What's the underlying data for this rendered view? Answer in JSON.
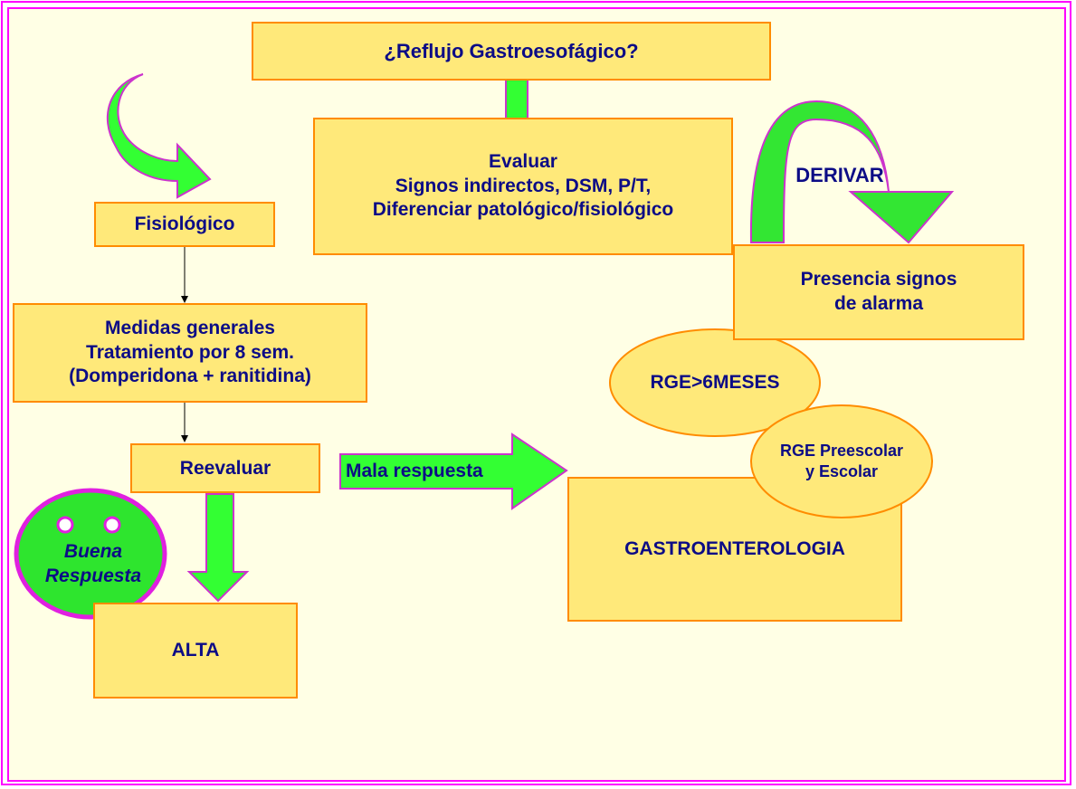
{
  "colors": {
    "frame": "#ff00ff",
    "page_background": "#ffffe5",
    "box_fill": "#ffe97a",
    "box_border": "#ff8c00",
    "arrow_fill": "#33ff33",
    "arrow_border": "#cc33cc",
    "text": "#0c0c86",
    "smiley_fill": "#2ee52e",
    "smiley_border": "#e020e0"
  },
  "diagram": {
    "title": "¿Reflujo Gastroesofágico?",
    "evaluar": "Evaluar\nSignos indirectos, DSM, P/T,\nDiferenciar patológico/fisiológico",
    "fisiologico": "Fisiológico",
    "medidas": "Medidas generales\nTratamiento por 8 sem.\n(Domperidona  + ranitidina)",
    "reevaluar": "Reevaluar",
    "alta": "ALTA",
    "buena_respuesta": "Buena\nRespuesta",
    "mala_respuesta": "Mala respuesta",
    "derivar": "DERIVAR",
    "presencia_signos": "Presencia signos\n de alarma",
    "rge_6meses": "RGE>6MESES",
    "rge_preescolar": "RGE Preescolar\ny Escolar",
    "gastroenterologia": "GASTROENTEROLOGIA"
  },
  "icons": {
    "down_arrow": "thick-down-arrow-icon",
    "right_arrow": "thick-right-arrow-icon",
    "curved_arrow": "curved-arrow-icon",
    "smiley": "smiley-face-icon"
  }
}
